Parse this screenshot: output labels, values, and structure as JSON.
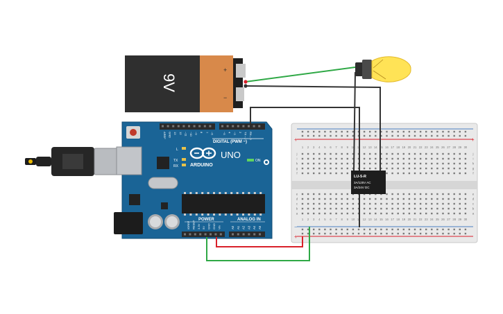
{
  "battery": {
    "voltage_label": "9V",
    "plus_label": "+",
    "minus_label": "−",
    "colors": {
      "body": "#2f2f2f",
      "band": "#d8894a"
    }
  },
  "arduino": {
    "brand": "ARDUINO",
    "model": "UNO",
    "digital_header_label": "DIGITAL (PWM ~)",
    "power_label": "POWER",
    "analog_label": "ANALOG IN",
    "on_label": "ON",
    "led_l": "L",
    "led_tx": "TX",
    "led_rx": "RX",
    "digital_pins": [
      "AREF",
      "GND",
      "13",
      "12",
      "~11",
      "~10",
      "~9",
      "8",
      "7",
      "~6",
      "~5",
      "4",
      "~3",
      "2",
      "TX→1",
      "RX←0"
    ],
    "power_pins": [
      "IOREF",
      "RESET",
      "3.3V",
      "5V",
      "GND",
      "GND",
      "Vin"
    ],
    "analog_pins": [
      "A0",
      "A1",
      "A2",
      "A3",
      "A4",
      "A5"
    ],
    "colors": {
      "board": "#1a6496",
      "header": "#2b2b2b"
    }
  },
  "relay": {
    "model": "LU-5-R",
    "line1": "3A/125V AC",
    "line2": "3A/24V  DC"
  },
  "breadboard": {
    "column_numbers": [
      "1",
      "2",
      "3",
      "4",
      "5",
      "6",
      "7",
      "8",
      "9",
      "10",
      "11",
      "12",
      "13",
      "14",
      "15",
      "16",
      "17",
      "18",
      "19",
      "20",
      "21",
      "22",
      "23",
      "24",
      "25",
      "26",
      "27",
      "28",
      "29",
      "30"
    ],
    "rows_top": [
      "j",
      "i",
      "h",
      "g",
      "f"
    ],
    "rows_bottom": [
      "e",
      "d",
      "c",
      "b",
      "a"
    ],
    "rail_plus": "+",
    "rail_minus": "−"
  },
  "wires": {
    "colors": {
      "red": "#d9202a",
      "green": "#2ea845",
      "black": "#333333"
    }
  }
}
